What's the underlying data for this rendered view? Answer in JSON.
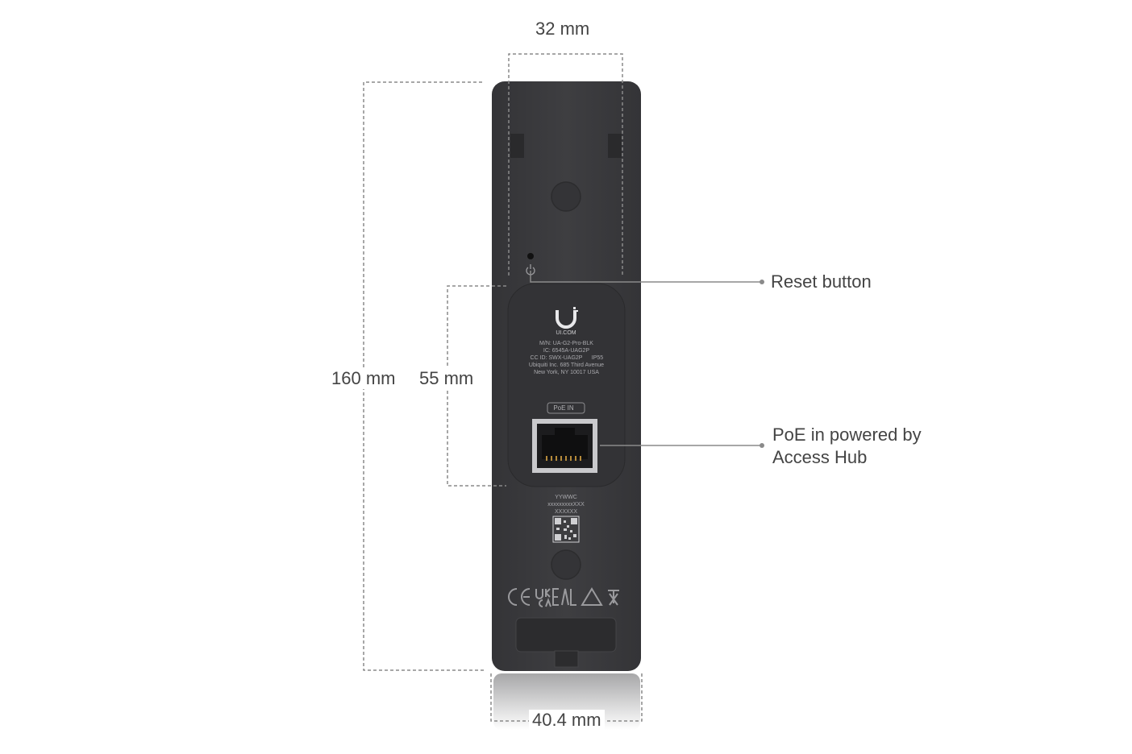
{
  "dimensions": {
    "top_width": "32 mm",
    "height_total": "160 mm",
    "height_module": "55 mm",
    "bottom_width": "40.4 mm"
  },
  "callouts": {
    "reset": "Reset button",
    "poe_line1": "PoE in powered by",
    "poe_line2": "Access Hub"
  },
  "device_label": {
    "brand": "UI.COM",
    "model": "M/N: UA-G2-Pro-BLK",
    "ic": "IC: 6545A-UAG2P",
    "cc_id": "CC ID: SWX-UAG2P",
    "ip_rating": "IP55",
    "address1": "Ubiquiti Inc. 685 Third Avenue",
    "address2": "New York, NY 10017 USA",
    "port_label": "PoE IN",
    "serial1": "YYWWC",
    "serial2": "xxxxxxxxxXXX",
    "serial3": "XXXXXX"
  },
  "colors": {
    "device_body": "#3b3b3e",
    "label_module": "#333336",
    "dimension_lines": "#8a8a8a",
    "text": "#444444"
  }
}
